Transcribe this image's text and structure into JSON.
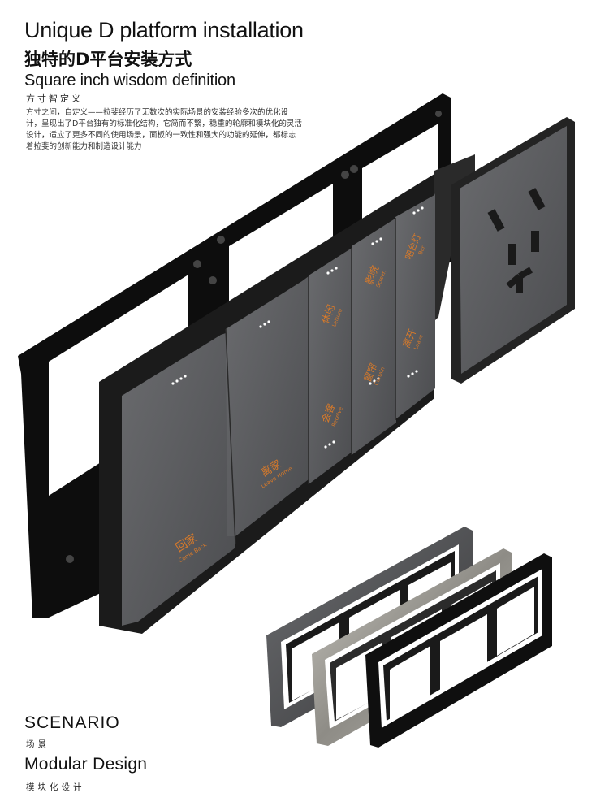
{
  "header": {
    "title_en": "Unique D platform installation",
    "title_zh": "独特的D平台安装方式",
    "subtitle_en": "Square inch wisdom definition",
    "subtitle_zh": "方寸智定义",
    "description": "方寸之间，自定义——拉斐经历了无数次的实际场景的安装经验多次的优化设计，呈现出了D平台独有的标准化结构，它简而不繁，稳重的轮廓和模块化的灵活设计，适应了更多不同的使用场景，面板的一致性和强大的功能的延伸，都标志着拉斐的创新能力和制造设计能力"
  },
  "buttons": [
    {
      "zh": "回家",
      "en": "Come Back"
    },
    {
      "zh": "离家",
      "en": "Leave Home"
    },
    {
      "zh": "休闲",
      "en": "Leisure"
    },
    {
      "zh": "会客",
      "en": "Receive"
    },
    {
      "zh": "影院",
      "en": "Screen"
    },
    {
      "zh": "窗帘",
      "en": "Curtain"
    },
    {
      "zh": "吧台灯",
      "en": "Bar"
    },
    {
      "zh": "离开",
      "en": "Leave"
    }
  ],
  "footer": {
    "scenario_en": "SCENARIO",
    "scenario_zh": "场景",
    "modular_en": "Modular Design",
    "modular_zh": "模块化设计"
  },
  "colors": {
    "label_orange": "#d87a2a",
    "panel_gray": "#5a5b5e",
    "frame_black": "#151515"
  }
}
